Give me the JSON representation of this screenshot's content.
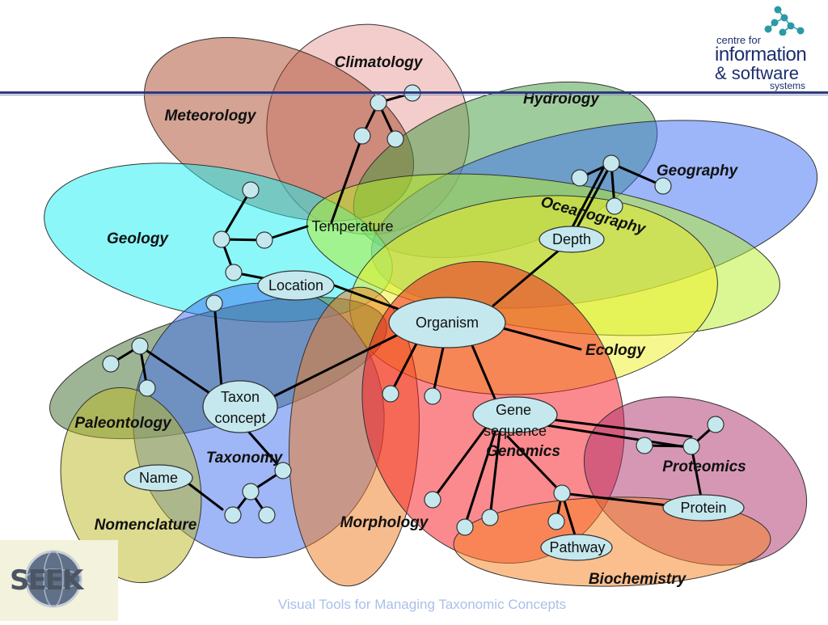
{
  "footer_title": "Visual Tools for Managing Taxonomic Concepts",
  "logo": {
    "line1": "centre for",
    "line2": "information",
    "line3": "& software",
    "line4": "systems",
    "badge": "SEEK"
  },
  "disciplines": [
    {
      "label": "Climatology",
      "color": "#e89a9a"
    },
    {
      "label": "Meteorology",
      "color": "#a9472a"
    },
    {
      "label": "Hydrology",
      "color": "#3f9a3c"
    },
    {
      "label": "Geography",
      "color": "#3b6df5"
    },
    {
      "label": "Geology",
      "color": "#18f0f2"
    },
    {
      "label": "Oceanography",
      "color": "#b8f028"
    },
    {
      "label": "Ecology",
      "color": "#f0f020"
    },
    {
      "label": "Paleontology",
      "color": "#3e6b2c"
    },
    {
      "label": "Taxonomy",
      "color": "#3f6ef0"
    },
    {
      "label": "Nomenclature",
      "color": "#b9b722"
    },
    {
      "label": "Morphology",
      "color": "#f07a1e"
    },
    {
      "label": "Genomics",
      "color": "#f5161e"
    },
    {
      "label": "Proteomics",
      "color": "#ad2f6b"
    },
    {
      "label": "Biochemistry",
      "color": "#f7801e"
    }
  ],
  "concepts": {
    "temperature": "Temperature",
    "depth": "Depth",
    "location": "Location",
    "organism": "Organism",
    "taxon_line1": "Taxon",
    "taxon_line2": "concept",
    "gene_line1": "Gene",
    "gene_line2": "sequence",
    "name": "Name",
    "protein": "Protein",
    "pathway": "Pathway"
  },
  "node_color": "#c5e8ee",
  "line_color": "#000000"
}
